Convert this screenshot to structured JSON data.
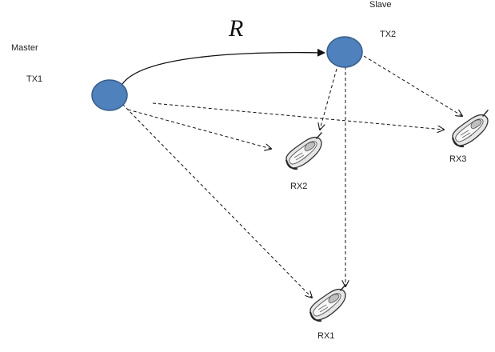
{
  "diagram": {
    "labels": {
      "master_role": "Master",
      "master_id": "TX1",
      "slave_role": "Slave",
      "slave_id": "TX2",
      "link": "R",
      "rx1": "RX1",
      "rx2": "RX2",
      "rx3": "RX3"
    },
    "colors": {
      "node_fill": "#4f81bd",
      "node_stroke": "#385d8a",
      "arrow": "#111111"
    },
    "icons": {
      "transmitter": "circle-node",
      "receiver": "mobile-phone-icon"
    }
  }
}
